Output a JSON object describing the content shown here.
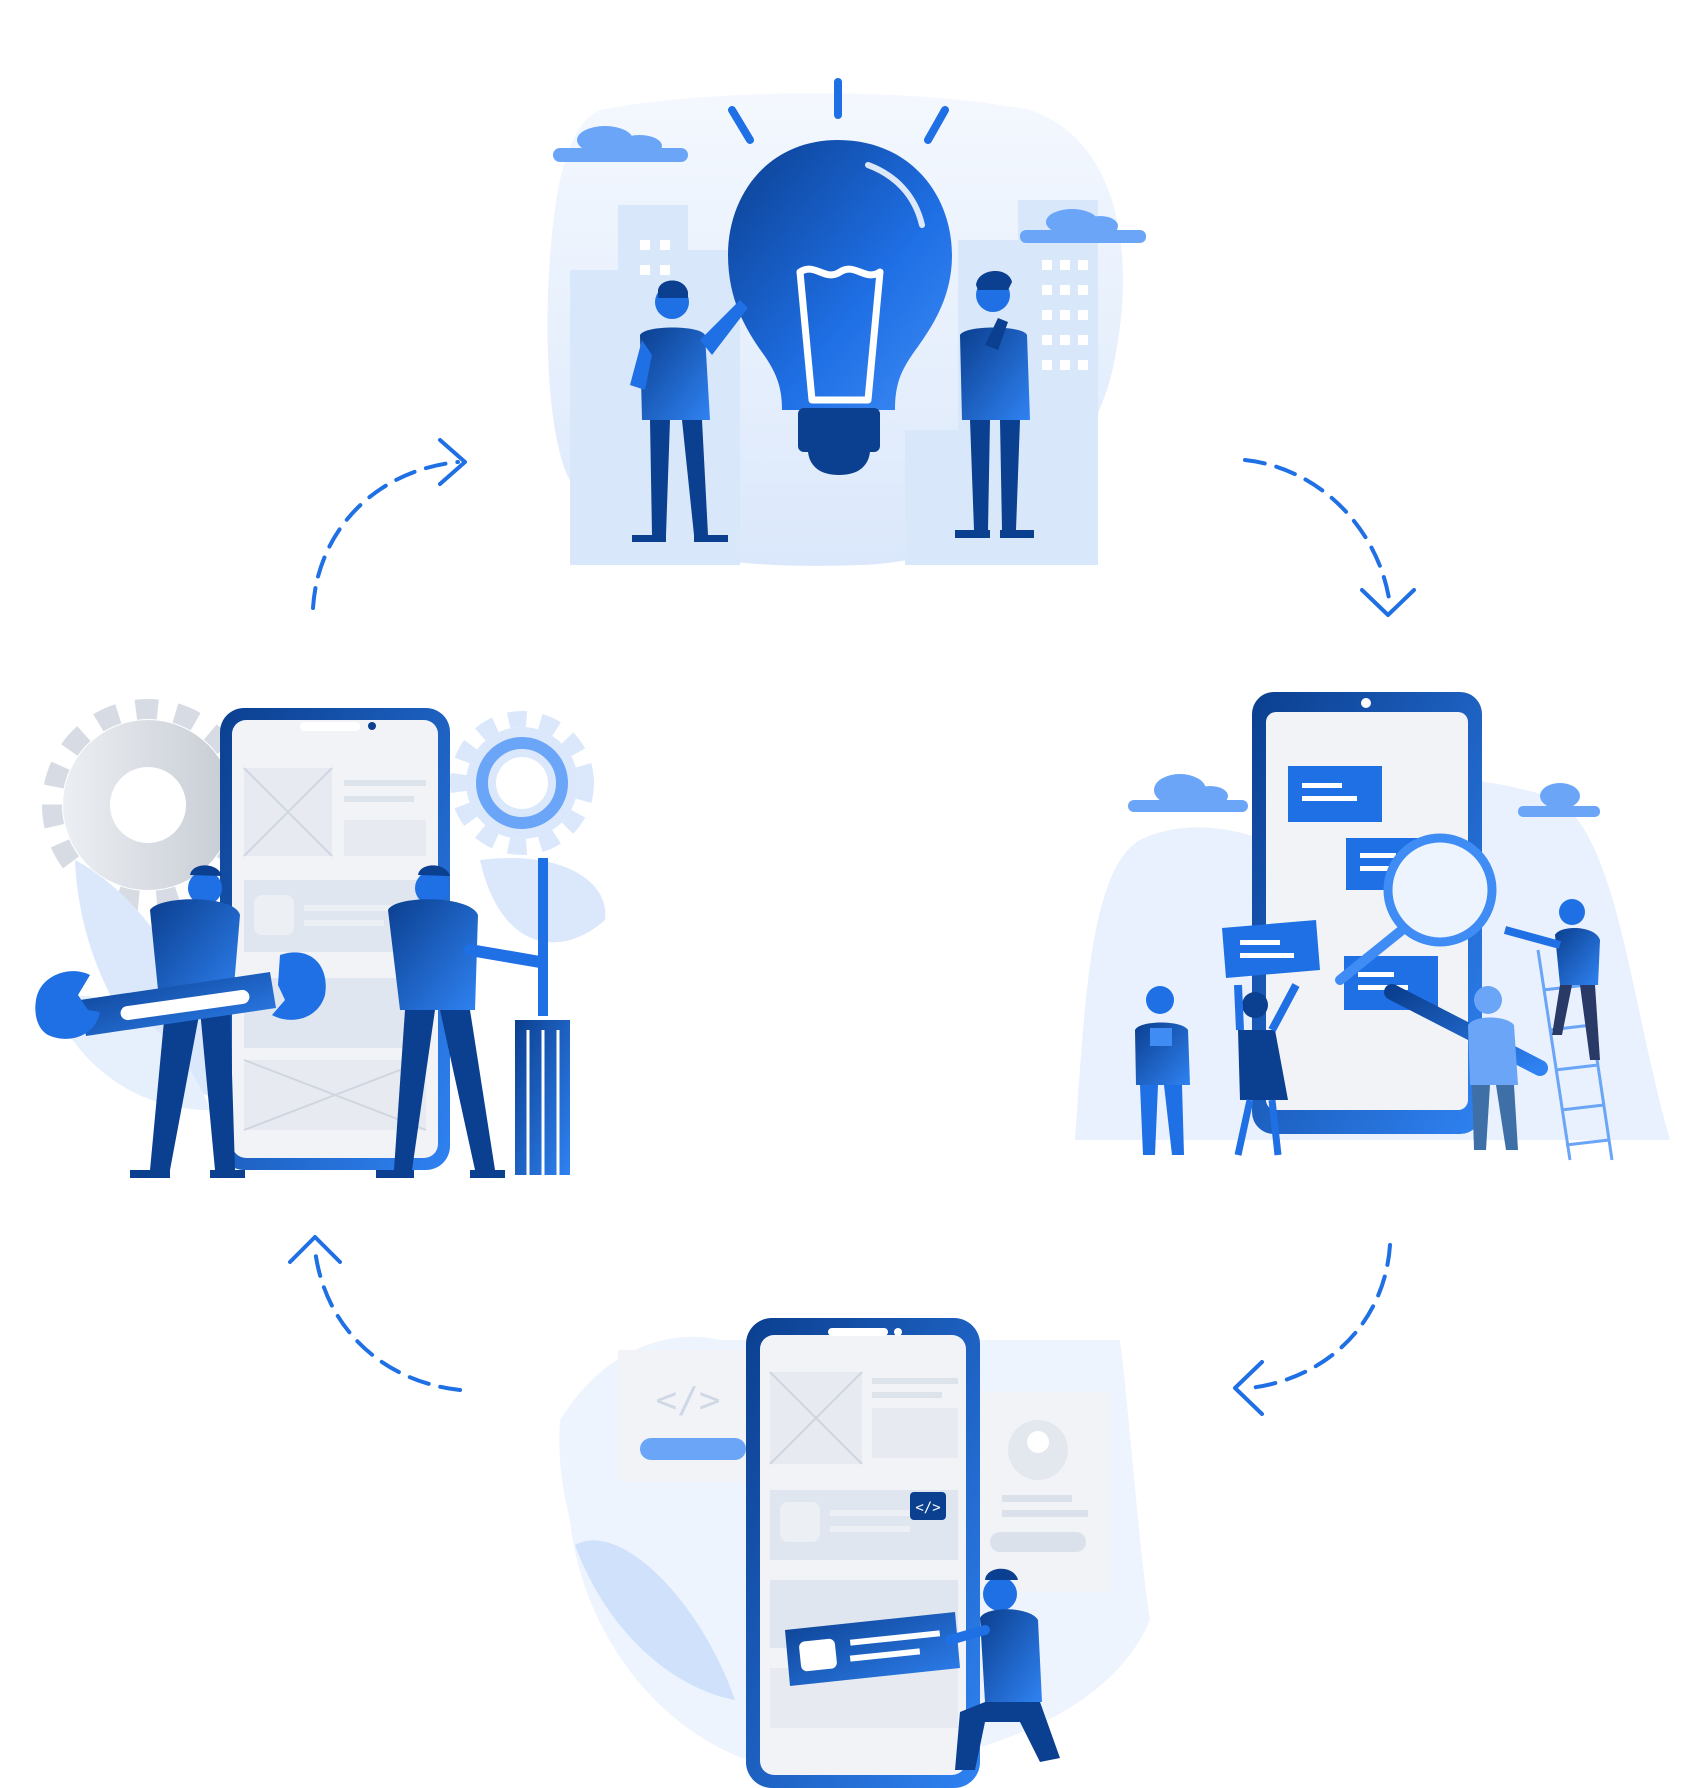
{
  "diagram": {
    "type": "cycle",
    "direction": "clockwise",
    "colors": {
      "primary": "#1f6fe5",
      "dark": "#0b3f8f",
      "mid": "#3f87f0",
      "light": "#d9e8fc",
      "pale": "#eef4fd",
      "grey": "#d7dce4",
      "screen": "#f1f3f6",
      "arrow": "#1f6fe5"
    },
    "stages": [
      {
        "id": "idea",
        "icon": "lightbulb-icon",
        "figures": 2
      },
      {
        "id": "research",
        "icon": "magnifier-icon",
        "figures": 4
      },
      {
        "id": "development",
        "icon": "code-icon",
        "figures": 1
      },
      {
        "id": "maintenance",
        "icon": "wrench-icon",
        "figures": 2
      }
    ],
    "arrows": [
      {
        "from": "idea",
        "to": "research"
      },
      {
        "from": "research",
        "to": "development"
      },
      {
        "from": "development",
        "to": "maintenance"
      },
      {
        "from": "maintenance",
        "to": "idea"
      }
    ],
    "code_badge": "</>"
  }
}
